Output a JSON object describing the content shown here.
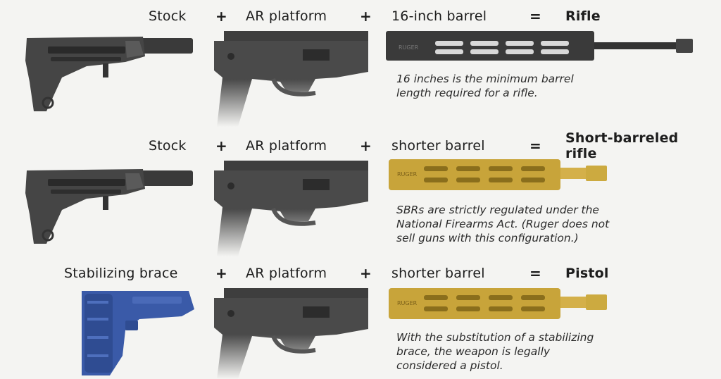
{
  "rows": [
    {
      "left_label": "Stock",
      "plus1": "+",
      "middle_label": "AR platform",
      "plus2": "+",
      "barrel_label": "16-inch barrel",
      "equals": "=",
      "result": "Rifle",
      "note": "16 inches is the minimum barrel\nlength required for a rifle.",
      "barrel_marking": "RUGER"
    },
    {
      "left_label": "Stock",
      "plus1": "+",
      "middle_label": "AR platform",
      "plus2": "+",
      "barrel_label": "shorter barrel",
      "equals": "=",
      "result": "Short-barreled\nrifle",
      "note": "SBRs are strictly regulated under the\nNational Firearms Act. (Ruger does not\nsell guns with this configuration.)",
      "barrel_marking": "RUGER"
    },
    {
      "left_label": "Stabilizing brace",
      "plus1": "+",
      "middle_label": "AR platform",
      "plus2": "+",
      "barrel_label": "shorter barrel",
      "equals": "=",
      "result": "Pistol",
      "note": "With the substitution of a stabilizing\nbrace, the weapon is legally\nconsidered a pistol.",
      "barrel_marking": "RUGER"
    }
  ],
  "colors": {
    "background": "#f4f4f2",
    "text": "#1d1d1d",
    "stock": "#3d3d3d",
    "receiver": "#4a4a4a",
    "barrel_black": "#3a3a3a",
    "barrel_gold": "#c8a43a",
    "brace_blue": "#3a5aa8"
  },
  "icons": [
    "stock-icon",
    "receiver-icon",
    "long-barrel-icon",
    "short-barrel-icon",
    "brace-icon"
  ]
}
